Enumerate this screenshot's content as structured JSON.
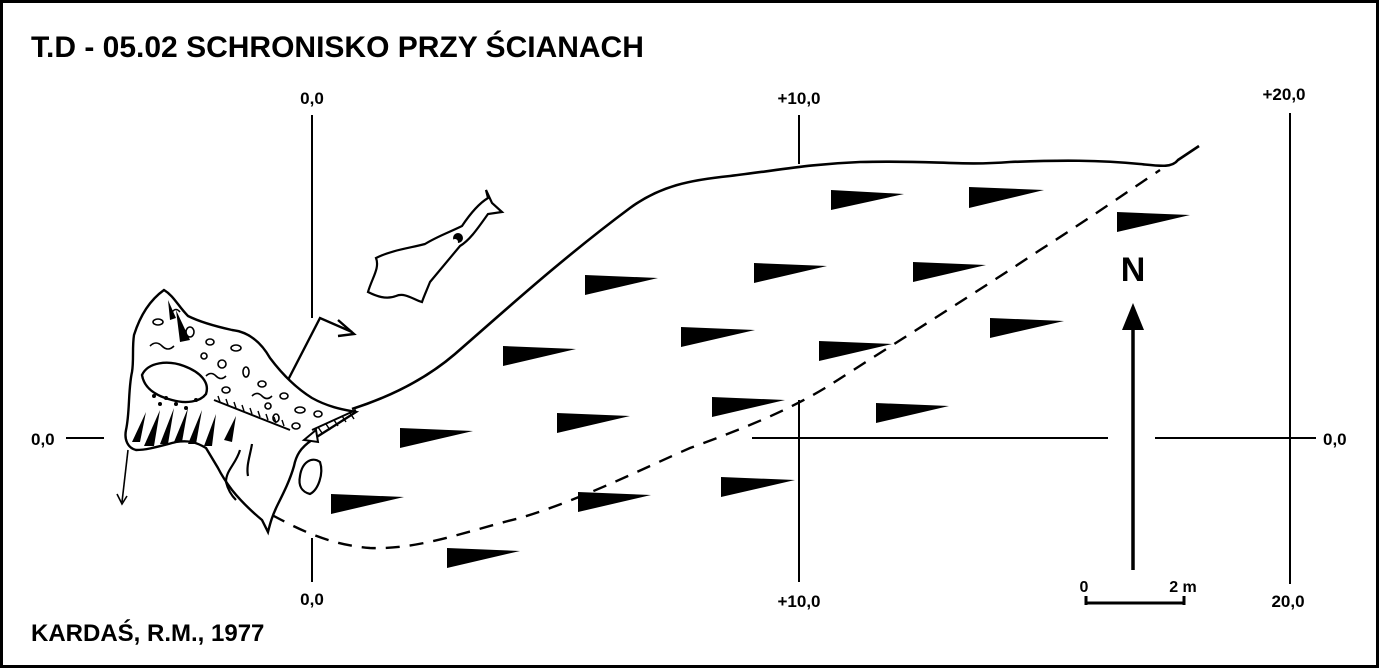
{
  "title": "T.D - 05.02  SCHRONISKO  PRZY ŚCIANACH",
  "author": "KARDAŚ, R.M., 1977",
  "north_label": "N",
  "grid_labels": {
    "top_zero": "0,0",
    "top_ten": "+10,0",
    "top_twenty": "+20,0",
    "bottom_zero": "0,0",
    "bottom_ten": "+10,0",
    "bottom_twenty": "20,0",
    "left_zero": "0,0",
    "right_zero": "0,0"
  },
  "scale_bar": {
    "start_label": "0",
    "end_label": "2 m"
  },
  "colors": {
    "ink": "#000000",
    "paper": "#ffffff"
  }
}
